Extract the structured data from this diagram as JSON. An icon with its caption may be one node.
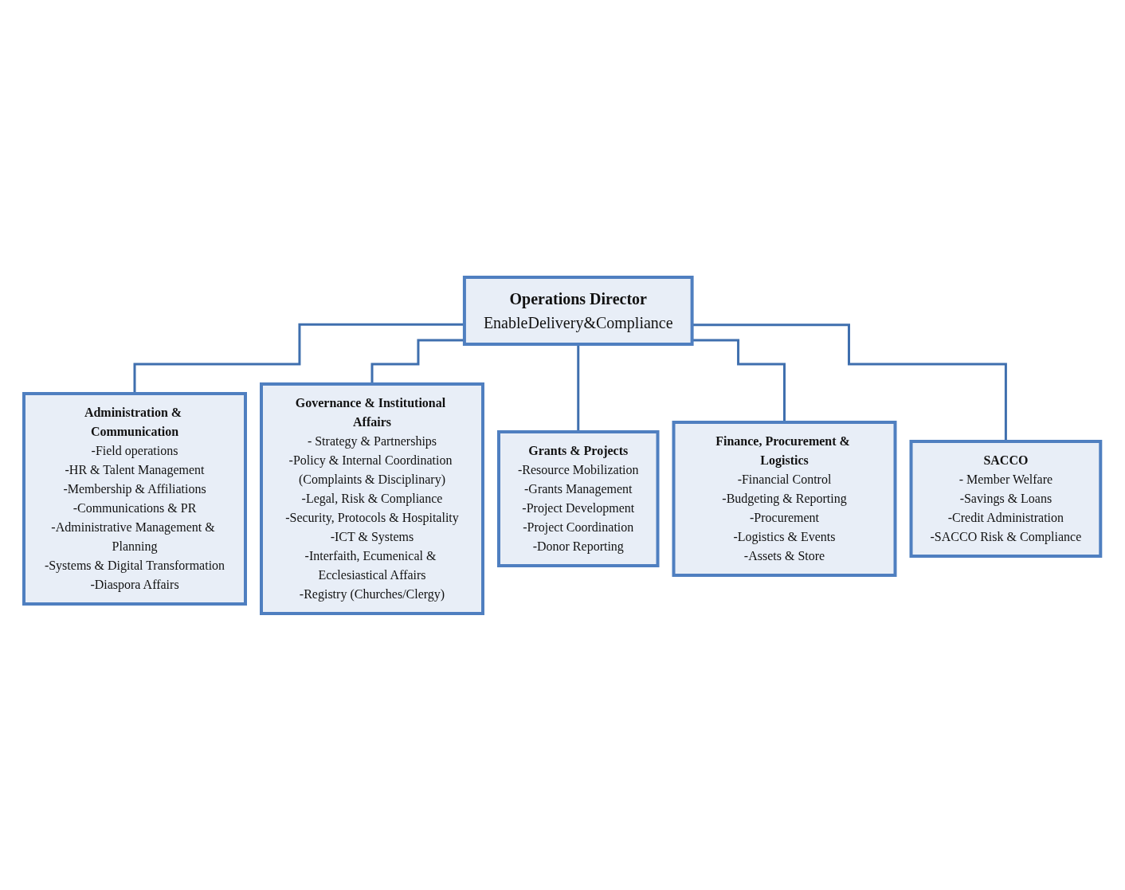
{
  "diagram": {
    "nodes": [
      {
        "text": [
          "Operations Director",
          "EnableDelivery&Compliance"
        ]
      },
      {
        "text": [
          "Administration & Communication",
          "-Field operations",
          "-HR & Talent Management",
          "-Membership & Affiliations",
          "-Communications & PR",
          "-Administrative Management & Planning",
          "-Systems & Digital Transformation",
          "-Diaspora Affairs"
        ]
      },
      {
        "text": [
          "Governance & Institutional Affairs",
          "- Strategy & Partnerships",
          "-Policy & Internal Coordination (Complaints & Disciplinary)",
          "-Legal, Risk & Compliance",
          "-Security, Protocols & Hospitality",
          "-ICT & Systems",
          "-Interfaith, Ecumenical & Ecclesiastical Affairs",
          "-Registry (Churches/Clergy)"
        ]
      },
      {
        "text": [
          "Grants & Projects",
          "-Resource Mobilization",
          "-Grants Management",
          "-Project Development",
          "-Project Coordination",
          "-Donor Reporting"
        ]
      },
      {
        "text": [
          "Finance, Procurement & Logistics",
          "-Financial Control",
          "-Budgeting & Reporting",
          "-Procurement",
          "-Logistics & Events",
          "-Assets & Store"
        ]
      },
      {
        "text": [
          "SACCO",
          "- Member Welfare",
          "-Savings & Loans",
          "-Credit Administration",
          "-SACCO Risk & Compliance"
        ]
      }
    ],
    "edges": [
      {
        "from": 0,
        "to": 1,
        "arrow": "none"
      },
      {
        "from": 0,
        "to": 2,
        "arrow": "none"
      },
      {
        "from": 0,
        "to": 3,
        "arrow": "none"
      },
      {
        "from": 0,
        "to": 4,
        "arrow": "none"
      },
      {
        "from": 0,
        "to": 5,
        "arrow": "none"
      }
    ]
  }
}
